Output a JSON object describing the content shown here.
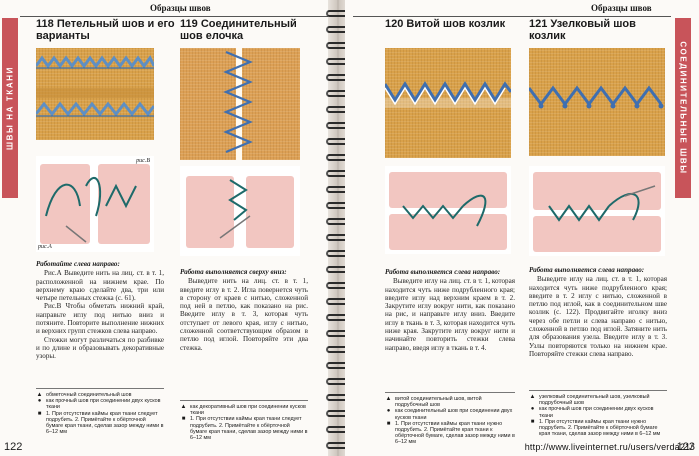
{
  "left_page": {
    "running_head": "Образцы швов",
    "side_tab": "ШВЫ НА ТКАНИ",
    "page_number": "122",
    "col1": {
      "number": "118",
      "title": "Петельный шов и его варианты",
      "cap_b": "рис.В",
      "cap_a": "рис.А",
      "lead": "Работайте слева направо:",
      "paras": [
        "Рис.А Выведите нить на лиц. ст. в т. 1, расположенной на нижнем крае. По верхнему краю сделайте два, три или четыре петельных стежка (с. 61).",
        "Рис.В Чтобы обметать нижний край, направьте иглу под нитью вниз и потяните. Повторите выполнение нижних и верхних групп стежков слева направо.",
        "Стежки могут различаться по разбивке и по длине и образовывать декоративные узоры."
      ],
      "legend": [
        {
          "mark": "▲",
          "text": "обметочный соединительный шов"
        },
        {
          "mark": "●",
          "text": "как прочный шов при соединении двух кусков ткани"
        },
        {
          "mark": "■",
          "text": "1. При отсутствии каймы края ткани следует подрубить. 2. Примётайте к обёрточной бумаге края ткани, сделав зазор между ними в 6–12 мм"
        }
      ]
    },
    "col2": {
      "number": "119",
      "title": "Соединительный шов елочка",
      "lead": "Работа выполняется сверху вниз:",
      "paras": [
        "Выведите нить на лиц. ст. в т. 1, введите иглу в т. 2. Игла повернется чуть в сторону от краев с нитью, сложенной под ней в петлю, как показано на рис. Введите иглу в т. 3, которая чуть отступает от левого края, иглу с нитью, сложенной соответствующим образом в петлю под иглой. Повторяйте эти два стежка."
      ],
      "legend": [
        {
          "mark": "▲",
          "text": "как декоративный шов при соединении кусков ткани"
        },
        {
          "mark": "■",
          "text": "1. При отсутствии каймы края ткани следует подрубить. 2. Примётайте к обёрточной бумаге края ткани, сделав зазор между ними в 6–12 мм"
        }
      ]
    }
  },
  "right_page": {
    "running_head": "Образцы швов",
    "side_tab": "СОЕДИНИТЕЛЬНЫЕ ШВЫ",
    "page_number": "123",
    "col3": {
      "number": "120",
      "title": "Витой шов козлик",
      "lead": "Работа выполняется слева направо:",
      "paras": [
        "Выведите иглу на лиц. ст. в т. 1, которая находится чуть ниже подрубленного края; введите иглу над верхним краем в т. 2. Закрутите иглу вокруг нити, как показано на рис, и направьте иглу вниз. Введите иглу в ткань в т. 3, которая находится чуть ниже края. Закрутите иглу вокруг нити и начинайте повторить стежки слева направо, введя иглу в ткань в т. 4."
      ],
      "legend": [
        {
          "mark": "▲",
          "text": "витой соединительный шов, витой подрубочный шов"
        },
        {
          "mark": "●",
          "text": "как соединительный шов при соединении двух кусков ткани"
        },
        {
          "mark": "■",
          "text": "1. При отсутствии каймы края ткани нужно подрубить. 2. Примётайте края ткани к обёрточной бумаге, сделав зазор между ними в 6–12 мм"
        }
      ]
    },
    "col4": {
      "number": "121",
      "title": "Узелковый шов козлик",
      "lead": "Работа выполняется слева направо:",
      "paras": [
        "Выведите иглу на лиц. ст. в т. 1, которая находится чуть ниже подрубленного края; введите в т. 2 иглу с нитью, сложенной в петлю под иглой, как в соединительном шве козлик (с. 122). Продвигайте иголку вниз через обе петли и слева направо с нитью, сложенной в петлю под иглой. Затяните нить для образования узела. Введите иглу в т. 3. Узлы повторяются только на нижнем крае. Повторяйте стежки слева направо."
      ],
      "legend": [
        {
          "mark": "▲",
          "text": "узелковый соединительный шов, узелковый подрубочный шов"
        },
        {
          "mark": "●",
          "text": "как прочный шов при соединении двух кусков ткани"
        },
        {
          "mark": "■",
          "text": "1. При отсутствии каймы края ткани нужно подрубить. 2. Примётайте к обёрточной бумаге края ткани, сделав зазор между ними в 6–12 мм"
        }
      ]
    }
  },
  "watermark": "http://www.liveinternet.ru/users/verda21/"
}
